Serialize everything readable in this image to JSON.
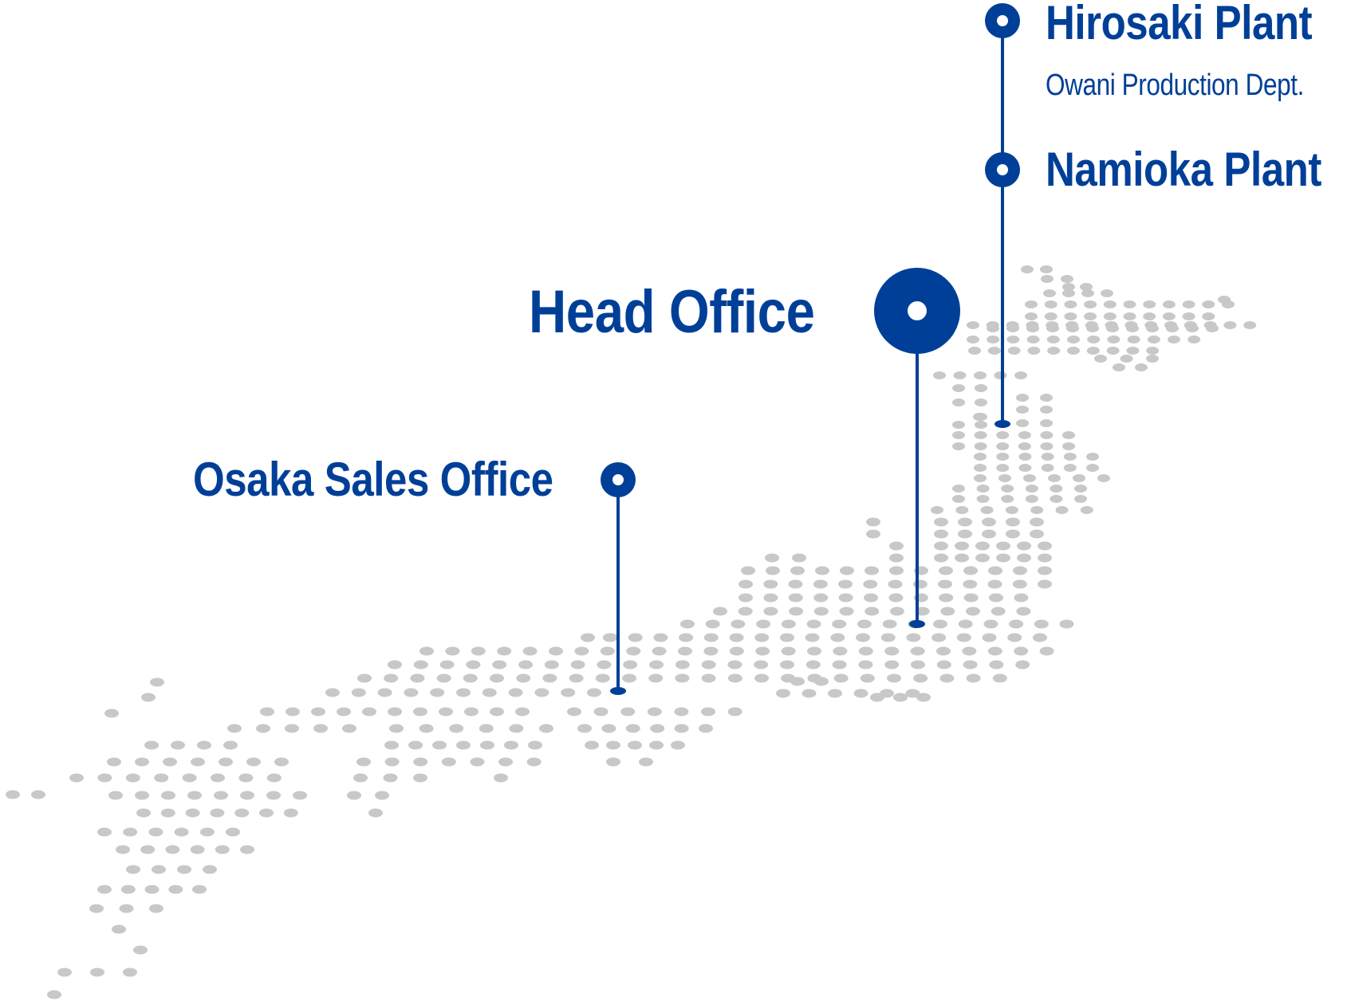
{
  "locations": {
    "hirosaki_plant": "Hirosaki Plant",
    "owani_dept": "Owani Production Dept.",
    "namioka_plant": "Namioka Plant",
    "head_office": "Head Office",
    "osaka_sales_office": "Osaka Sales Office"
  },
  "colors": {
    "accent": "#003f98",
    "map_dot": "#c8c8c8"
  }
}
